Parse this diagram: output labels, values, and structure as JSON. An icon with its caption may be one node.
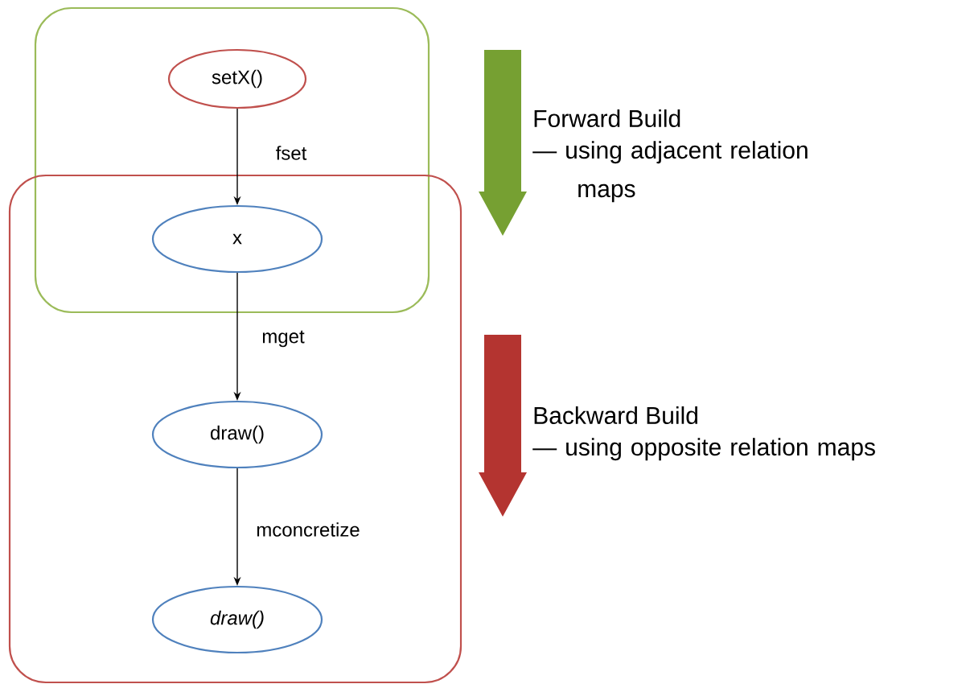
{
  "diagram": {
    "nodes": [
      {
        "text": [],
        "shape": "box"
      },
      {
        "text": [
          "setX()"
        ],
        "in": 0
      },
      {
        "text": [],
        "shape": "box"
      },
      {
        "text": [
          "x"
        ]
      },
      {
        "text": [
          "draw()"
        ],
        "in": 2
      },
      {
        "text": [
          "draw()"
        ],
        "in": 2
      }
    ],
    "edges": [
      {
        "from": 1,
        "to": 3,
        "arrow": "to",
        "label": "fset"
      },
      {
        "from": 3,
        "to": 4,
        "arrow": "to",
        "label": "mget"
      },
      {
        "from": 4,
        "to": 5,
        "arrow": "to",
        "label": "mconcretize"
      }
    ],
    "labels": [
      "Forward Build",
      "— using adjacent relation maps",
      "Backward Build",
      "— using opposite relation maps"
    ]
  }
}
